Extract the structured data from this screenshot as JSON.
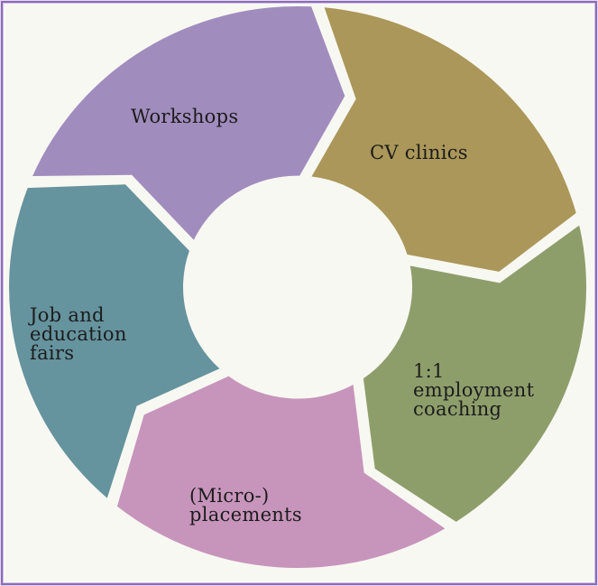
{
  "diagram": {
    "type": "cycle",
    "flow_direction": "clockwise",
    "background_color": "#f8f8f2",
    "border_color": "#8d6cb3",
    "border_highlight_color": "#cfc0e6",
    "text_color": "#1c1c1c",
    "segments": [
      {
        "id": "workshops",
        "label": "Workshops",
        "lines": [
          "Workshops"
        ],
        "color": "#a18cbe"
      },
      {
        "id": "cv-clinics",
        "label": "CV clinics",
        "lines": [
          "CV clinics"
        ],
        "color": "#ab9759"
      },
      {
        "id": "employment-coaching",
        "label": "1:1 employment coaching",
        "lines": [
          "1:1",
          "employment",
          "coaching"
        ],
        "color": "#8e9e6b"
      },
      {
        "id": "micro-placements",
        "label": "(Micro-) placements",
        "lines": [
          "(Micro-)",
          "placements"
        ],
        "color": "#c795bb"
      },
      {
        "id": "job-education-fairs",
        "label": "Job and education fairs",
        "lines": [
          "Job and",
          "education",
          "fairs"
        ],
        "color": "#65939e"
      }
    ]
  }
}
